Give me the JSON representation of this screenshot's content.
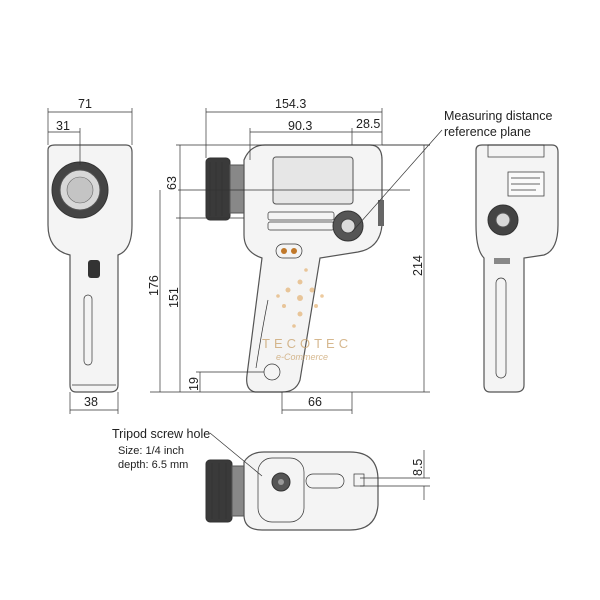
{
  "dimensions": {
    "front_width": "71",
    "front_offset": "31",
    "front_grip_width": "38",
    "side_total_length": "154.3",
    "side_ref_to_front": "90.3",
    "side_ref_to_back": "28.5",
    "side_head_height": "63",
    "side_grip_height": "176",
    "side_body_height": "151",
    "side_tripod_offset": "19",
    "side_grip_depth": "66",
    "side_total_height": "214",
    "bottom_offset": "8.5"
  },
  "annotations": {
    "reference_plane_line1": "Measuring distance",
    "reference_plane_line2": "reference plane",
    "tripod_title": "Tripod screw hole",
    "tripod_size": "Size: 1/4 inch",
    "tripod_depth": "depth: 6.5 mm"
  },
  "watermark": {
    "brand": "TECOTEC",
    "sub": "e-Commerce"
  }
}
